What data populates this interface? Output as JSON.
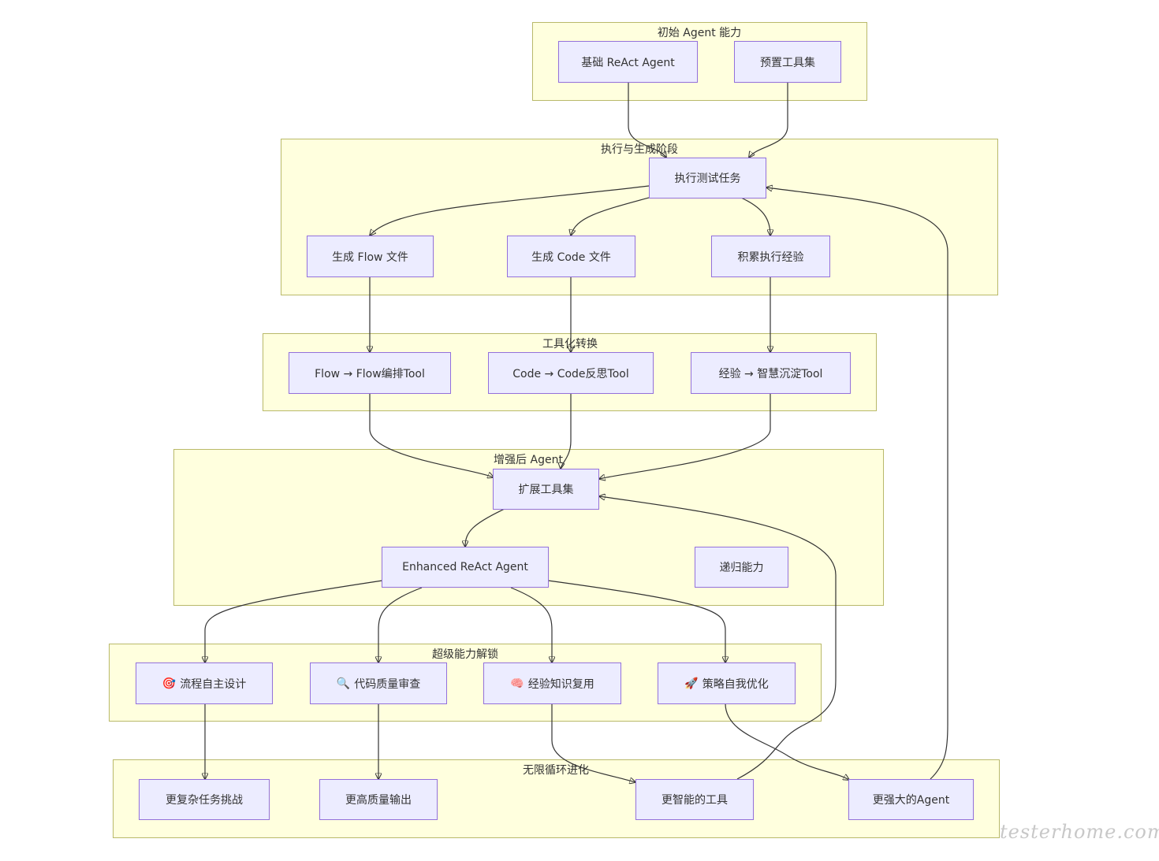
{
  "groups": {
    "initial": {
      "title": "初始 Agent 能力"
    },
    "exec": {
      "title": "执行与生成阶段"
    },
    "tooling": {
      "title": "工具化转换"
    },
    "enhanced": {
      "title": "增强后 Agent"
    },
    "super": {
      "title": "超级能力解锁"
    },
    "loop": {
      "title": "无限循环进化"
    }
  },
  "nodes": {
    "base_agent": "基础 ReAct Agent",
    "preset_tools": "预置工具集",
    "exec_task": "执行测试任务",
    "gen_flow": "生成 Flow 文件",
    "gen_code": "生成 Code 文件",
    "accum_exp": "积累执行经验",
    "flow_tool": "Flow → Flow编排Tool",
    "code_tool": "Code → Code反思Tool",
    "exp_tool": "经验 → 智慧沉淀Tool",
    "ext_tools": "扩展工具集",
    "enhanced_agent": "Enhanced ReAct Agent",
    "recursive": "递归能力",
    "flow_design": "流程自主设计",
    "code_review": "代码质量审查",
    "knowledge_reuse": "经验知识复用",
    "strategy_opt": "策略自我优化",
    "complex_tasks": "更复杂任务挑战",
    "quality_output": "更高质量输出",
    "smarter_tools": "更智能的工具",
    "stronger_agent": "更强大的Agent"
  },
  "icons": {
    "flow_design": "🎯",
    "code_review": "🔍",
    "knowledge_reuse": "🧠",
    "strategy_opt": "🚀"
  },
  "watermark": "testerhome.com",
  "colors": {
    "group_fill": "#ffffde",
    "group_border": "#b9b96a",
    "node_fill": "#ececff",
    "node_border": "#9370db",
    "edge": "#333333"
  }
}
